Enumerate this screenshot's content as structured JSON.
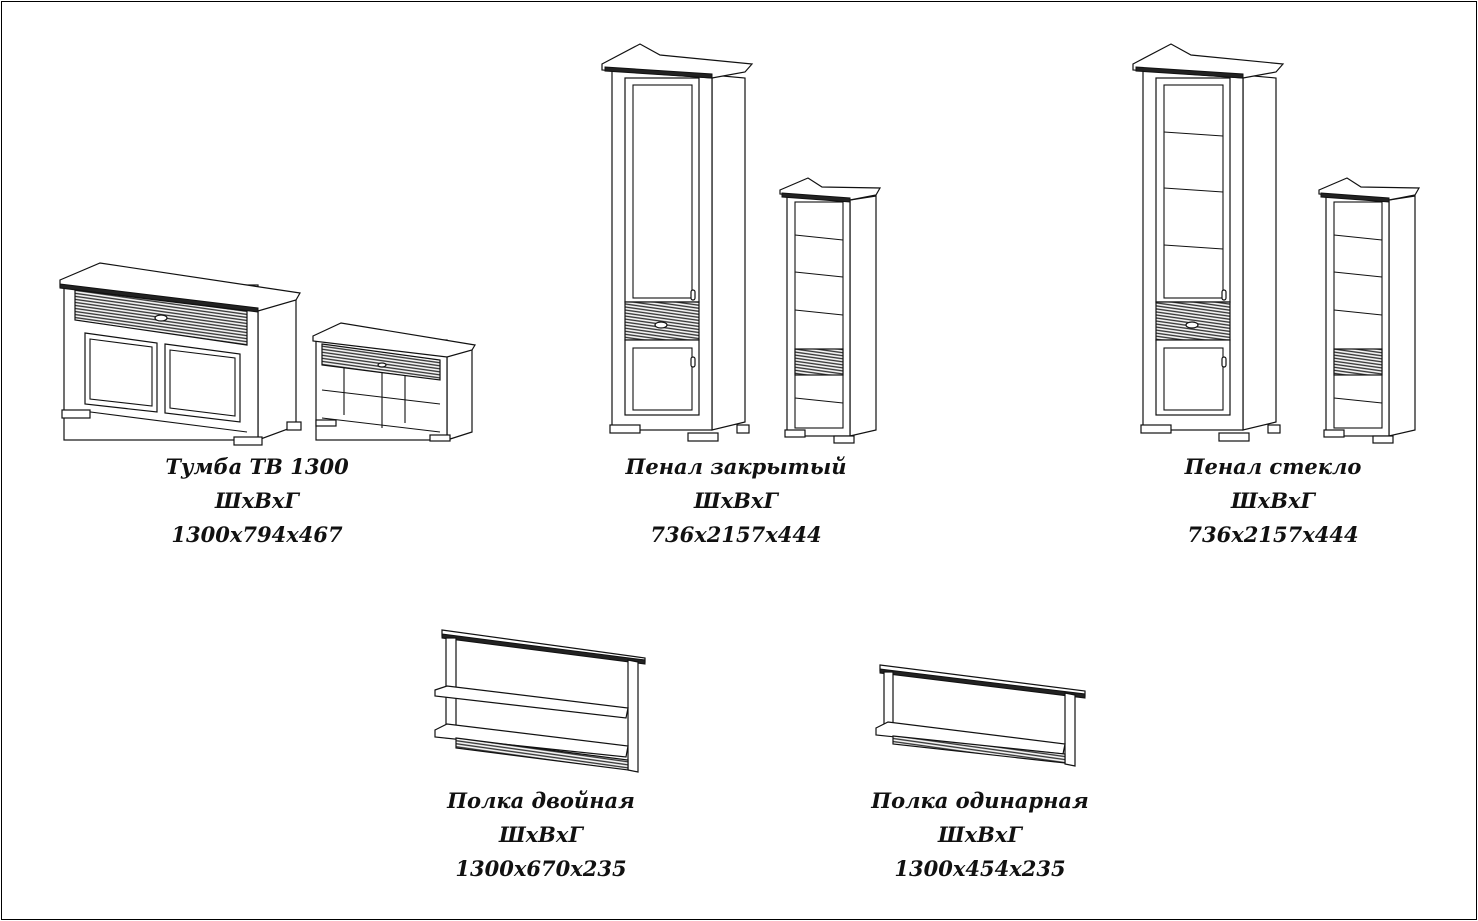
{
  "items": [
    {
      "name": "Тумба ТВ 1300",
      "dims_label": "ШхВхГ",
      "dims": "1300x794x467"
    },
    {
      "name": "Пенал закрытый",
      "dims_label": "ШхВхГ",
      "dims": "736x2157x444"
    },
    {
      "name": "Пенал стекло",
      "dims_label": "ШхВхГ",
      "dims": "736x2157x444"
    },
    {
      "name": "Полка двойная",
      "dims_label": "ШхВхГ",
      "dims": "1300x670x235"
    },
    {
      "name": "Полка одинарная",
      "dims_label": "ШхВхГ",
      "dims": "1300x454x235"
    }
  ]
}
